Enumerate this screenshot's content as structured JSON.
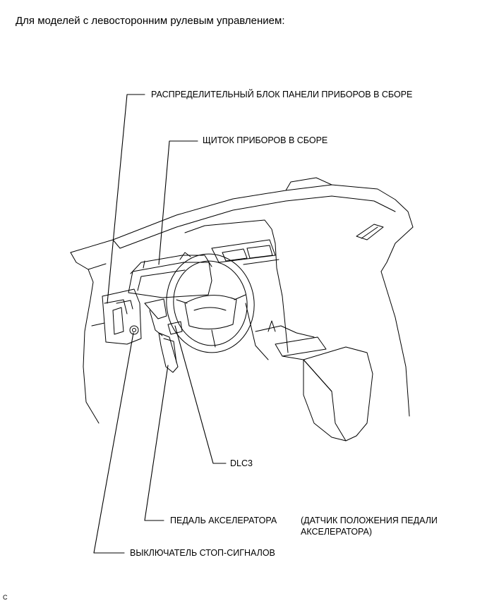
{
  "page": {
    "heading": "Для моделей с левосторонним рулевым управлением:",
    "figure_id": "C"
  },
  "labels": {
    "junction_block": "РАСПРЕДЕЛИТЕЛЬНЫЙ БЛОК ПАНЕЛИ ПРИБОРОВ В СБОРЕ",
    "combination_meter": "ЩИТОК ПРИБОРОВ В СБОРЕ",
    "dlc3": "DLC3",
    "accelerator_pedal": "ПЕДАЛЬ АКСЕЛЕРАТОРА",
    "accel_sensor_line1": "(ДАТЧИК ПОЛОЖЕНИЯ ПЕДАЛИ",
    "accel_sensor_line2": "АКСЕЛЕРАТОРА)",
    "stop_switch": "ВЫКЛЮЧАТЕЛЬ СТОП-СИГНАЛОВ"
  }
}
